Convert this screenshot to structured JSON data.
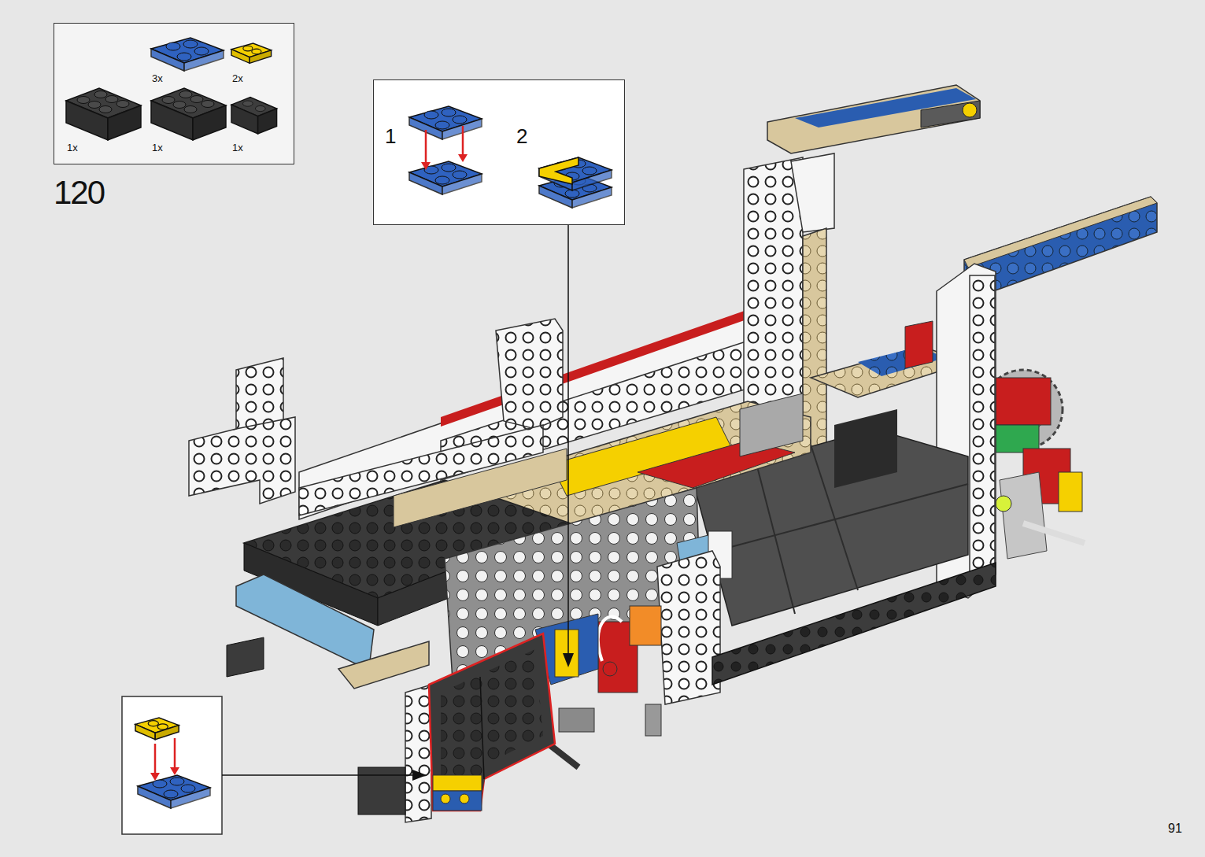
{
  "diagram": {
    "nodes": [
      {
        "text": [
          "3x",
          "2x",
          "1x",
          "1x",
          "1x"
        ]
      },
      {
        "text": [
          "1",
          "2"
        ]
      }
    ],
    "labels": [
      "120",
      "91"
    ]
  }
}
